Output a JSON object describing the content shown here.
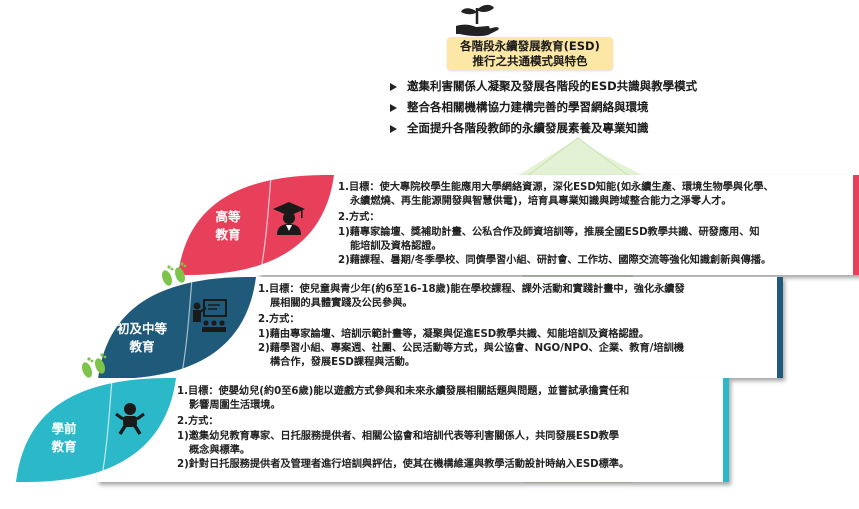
{
  "header": {
    "title_line1": "各階段永續發展教育(ESD)",
    "title_line2": "推行之共通模式與特色",
    "bullets": [
      "邀集利害關係人凝聚及發展各階段的ESD共識與教學模式",
      "整合各相關機構協力建構完善的學習網絡與環境",
      "全面提升各階段教師的永續發展素養及專業知識"
    ]
  },
  "colors": {
    "higher": "#e8405a",
    "secondary": "#1f5a7a",
    "preschool": "#2bb8c9",
    "green_leaf": "#7ec44b",
    "green_arrow": "#e3f1d4",
    "title_bg": "#fde7a7"
  },
  "stages": {
    "higher": {
      "label_line1": "高等",
      "label_line2": "教育",
      "icon": "graduate-icon",
      "goal_line1": "1.目標：使大專院校學生能應用大學網絡資源，深化ESD知能(如永續生產、環境生物學與化學、",
      "goal_line2": "永續燃燒、再生能源開發與智慧供電)，培育具專業知識與跨域整合能力之淨零人才。",
      "method_title": "2.方式：",
      "m1_line1": "1)藉專家論壇、獎補助計畫、公私合作及師資培訓等，推展全國ESD教學共識、研發應用、知",
      "m1_line2": "能培訓及資格認證。",
      "m2_line1": "2)藉課程、暑期/冬季學校、同儕學習小組、研討會、工作坊、國際交流等強化知識創新與傳播。"
    },
    "secondary": {
      "label_line1": "初及中等",
      "label_line2": "教育",
      "icon": "teacher-classroom-icon",
      "goal_line1": "1.目標：使兒童與青少年(約6至16-18歲)能在學校課程、課外活動和實踐計畫中，強化永續發",
      "goal_line2": "展相關的具體實踐及公民參與。",
      "method_title": "2.方式：",
      "m1_line1": "1)藉由專家論壇、培訓示範計畫等，凝聚與促進ESD教學共識、知能培訓及資格認證。",
      "m2_line1": "2)藉學習小組、專案週、社團、公民活動等方式，與公協會、NGO/NPO、企業、教育/培訓機",
      "m2_line2": "構合作，發展ESD課程與活動。"
    },
    "preschool": {
      "label_line1": "學前",
      "label_line2": "教育",
      "icon": "baby-icon",
      "goal_line1": "1.目標：使嬰幼兒(約0至6歲)能以遊戲方式參與和未來永續發展相關話題與問題，並嘗試承擔責任和",
      "goal_line2": "影響周圍生活環境。",
      "method_title": "2.方式：",
      "m1_line1": "1)邀集幼兒教育專家、日托服務提供者、相關公協會和培訓代表等利害關係人，共同發展ESD教學",
      "m1_line2": "概念與標準。",
      "m2_line1": "2)針對日托服務提供者及管理者進行培訓與評估，使其在機構維運與教學活動設計時納入ESD標準。"
    }
  }
}
